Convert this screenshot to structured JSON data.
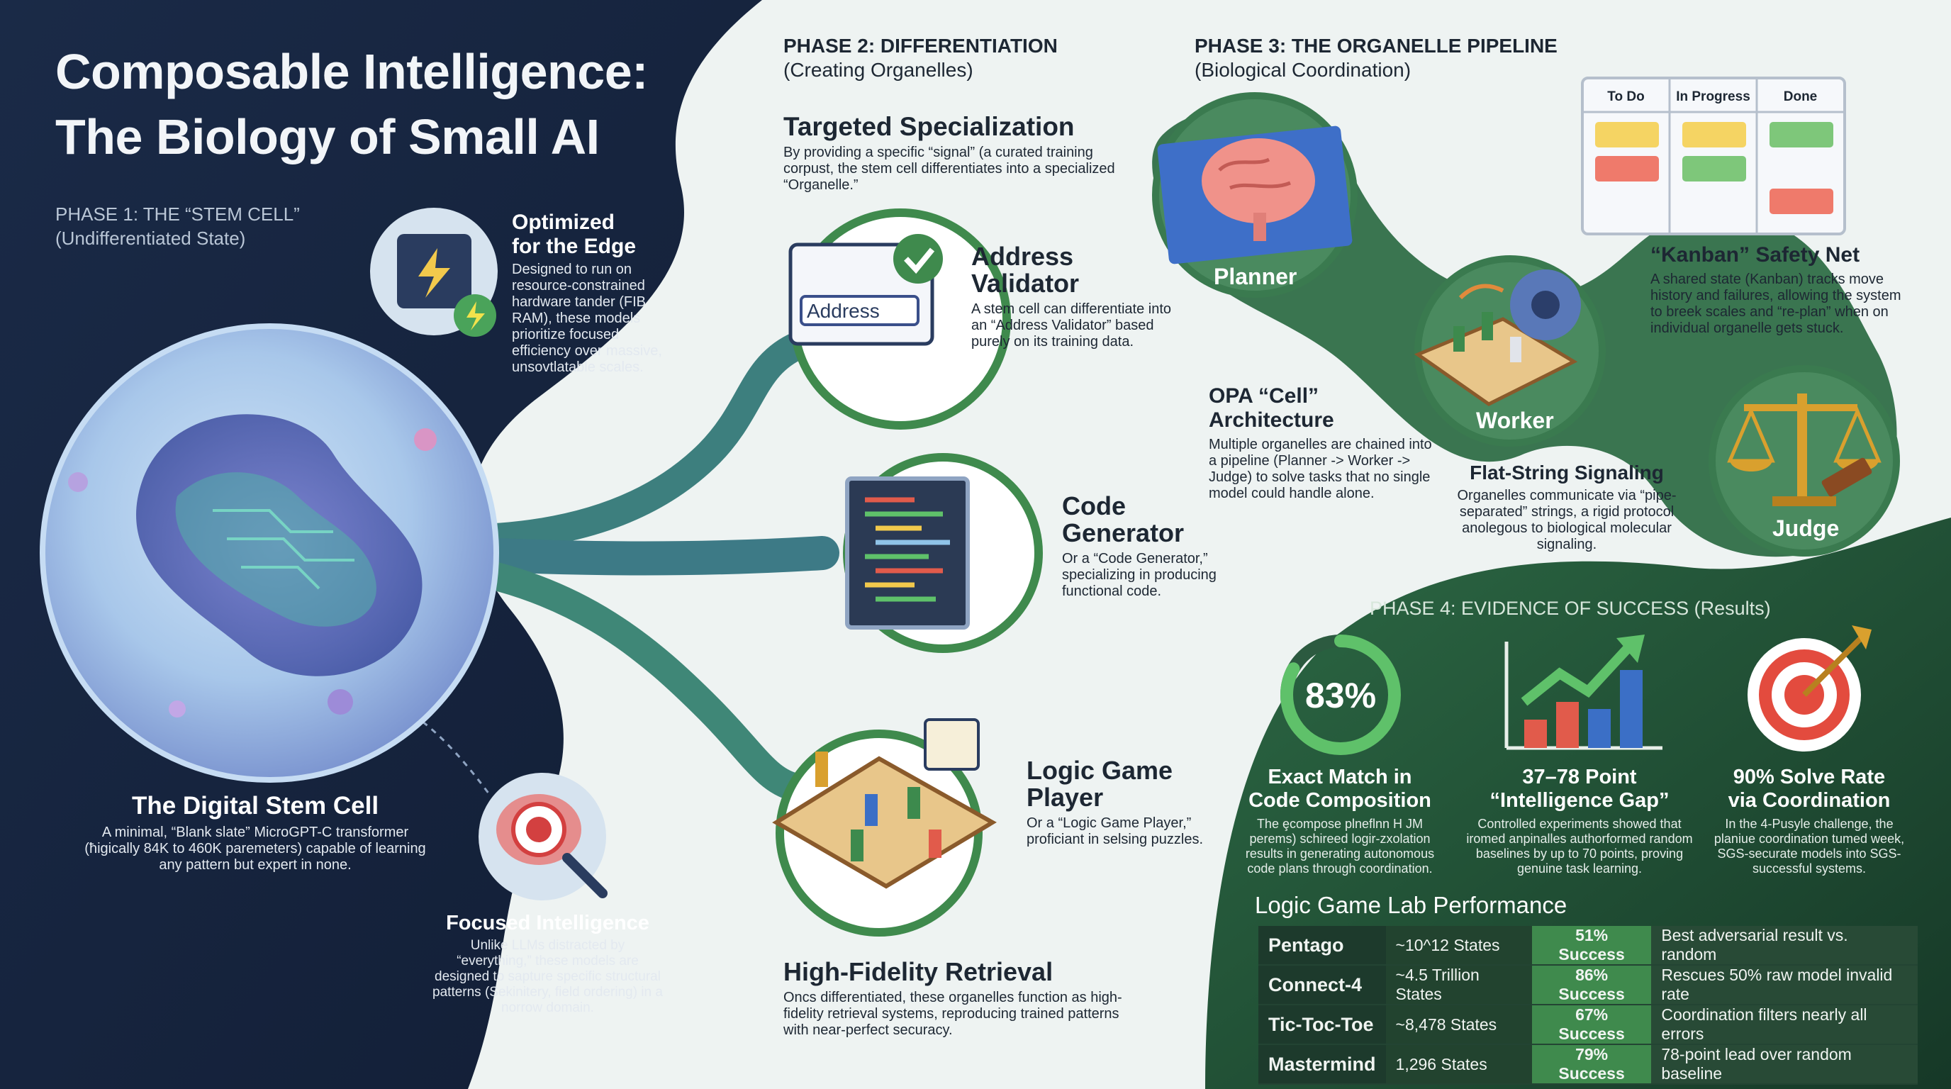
{
  "title": {
    "line1": "Composable Intelligence:",
    "line2": "The Biology of Small AI"
  },
  "phase1": {
    "heading": "PHASE 1: THE “STEM CELL”",
    "sub": "(Undifferentiated State)",
    "edge": {
      "title_line1": "Optimized",
      "title_line2": "for the Edge",
      "body": "Designed to run on resource-constrained hardware tander (FIB RAM), these models prioritize focused efficiency over massive, unsovtlatable scales."
    },
    "stem_cell": {
      "title": "The Digital Stem Cell",
      "body": "A minimal, “Blank slate” MicroGPT-C transformer (ħigically 84K to 460K paremeters) capable of learning any pattern but expert in none."
    },
    "focused": {
      "title": "Focused Intelligence",
      "body": "Unlike LLMs distracted by “everything,” these models are designed to sapture specific structural patterns (Sekinitery, field ordering) in a norrow domain."
    }
  },
  "phase2": {
    "heading": "PHASE 2: DIFFERENTIATION",
    "sub": "(Creating Organelles)",
    "targeted": {
      "title": "Targeted Specialization",
      "body": "By providing a specific “signal” (a curated training corpust, the stem cell differentiates into a specialized “Organelle.”"
    },
    "address": {
      "title_line1": "Address",
      "title_line2": "Validator",
      "field_text": "Address",
      "body": "A stem cell can differentiate into an “Address Validator” based purely on its training data."
    },
    "code": {
      "title_line1": "Code",
      "title_line2": "Generator",
      "body": "Or a “Code Generator,” specializing in producing functional code."
    },
    "logic": {
      "title_line1": "Logic Game",
      "title_line2": "Player",
      "body": "Or a “Logic Game Player,” proficiant in selsing puzzles."
    },
    "retrieval": {
      "title": "High-Fidelity Retrieval",
      "body": "Oncs differentiated, these organelles function as high-fidelity retrieval systems, reproducing trained patterns with near-perfect securacy."
    }
  },
  "phase3": {
    "heading": "PHASE 3: THE ORGANELLE PIPELINE",
    "sub": "(Biological Coordination)",
    "nodes": {
      "planner": "Planner",
      "worker": "Worker",
      "judge": "Judge"
    },
    "kanban": {
      "columns": [
        "To Do",
        "In Progress",
        "Done"
      ],
      "title": "“Kanban” Safety Net",
      "body": "A shared state (Kanban) tracks move history and failures, allowing the system to breek scales and “re-plan” when on individual organelle gets stuck."
    },
    "opa": {
      "title_line1": "OPA “Cell”",
      "title_line2": "Architecture",
      "body": "Multiple organelles are chained into a pipeline (Planner -> Worker -> Judge) to solve tasks that no single model could handle alone."
    },
    "flat": {
      "title": "Flat-String Signaling",
      "body": "Organelles communicate via “pipe-separated” strings, a rigid protocol anolegous to biological molecular signaling."
    }
  },
  "phase4": {
    "heading": "PHASE 4: EVIDENCE OF SUCCESS",
    "heading_suffix": "(Results)",
    "stats": [
      {
        "value": "83%",
        "title_line1": "Exact Match in",
        "title_line2": "Code Composition",
        "body": "The ȩcompose plneflnn H JM perems) schireed logir-zxolation results in generating autonomous code plans through coordination."
      },
      {
        "title_line1": "37–78 Point",
        "title_line2": "“Intelligence Gap”",
        "body": "Controlled experiments showed that iromed anpinalles authorformed random baselines by up to 70 points, proving genuine task learning."
      },
      {
        "title_line1": "90% Solve Rate",
        "title_line2": "via Coordination",
        "body": "In the 4-Pusyle challenge, the planiue coordination tumed week, SGS-securate models into SGS-successful systems."
      }
    ],
    "gauge_fraction": 0.83,
    "table_title": "Logic Game Lab Performance",
    "table": [
      {
        "game": "Pentago",
        "states": "~10^12 States",
        "success": "51% Success",
        "note": "Best adversarial result vs. random"
      },
      {
        "game": "Connect-4",
        "states": "~4.5 Trillion States",
        "success": "86% Success",
        "note": "Rescues 50% raw model invalid rate"
      },
      {
        "game": "Tic-Toc-Toe",
        "states": "~8,478 States",
        "success": "67% Success",
        "note": "Coordination filters nearly all errors"
      },
      {
        "game": "Mastermind",
        "states": "1,296 States",
        "success": "79% Success",
        "note": "78-point lead over random baseline"
      }
    ]
  },
  "colors": {
    "navy": "#16253f",
    "deep_green": "#1f4a35",
    "accent_green": "#4aa35a",
    "cell_blue": "#8fc3e8",
    "brain_pink": "#e58d8d"
  }
}
